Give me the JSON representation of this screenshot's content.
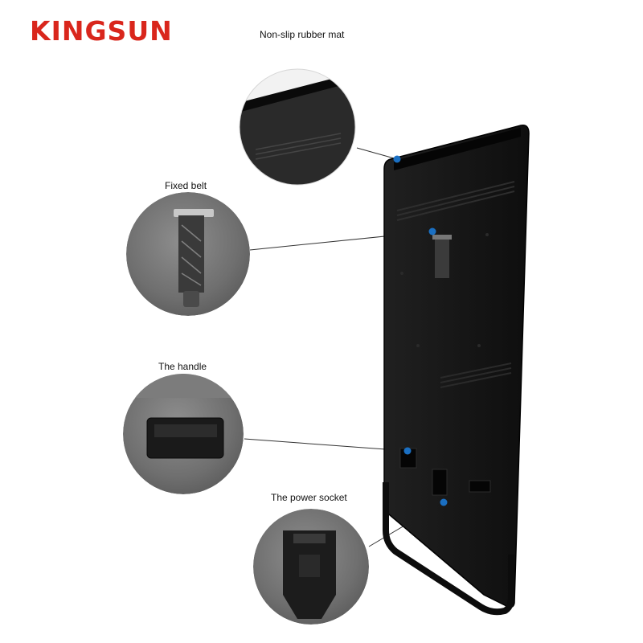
{
  "brand": {
    "logo_text": "KINGSUN",
    "color": "#d9261c"
  },
  "callouts": [
    {
      "label": "Non-slip rubber mat"
    },
    {
      "label": "Fixed belt"
    },
    {
      "label": "The handle"
    },
    {
      "label": "The power socket"
    }
  ],
  "colors": {
    "panel": "#141414",
    "stand_frame": "#0c0c0c",
    "callout_dot": "#1a6fc2",
    "leader_line": "#333333"
  }
}
